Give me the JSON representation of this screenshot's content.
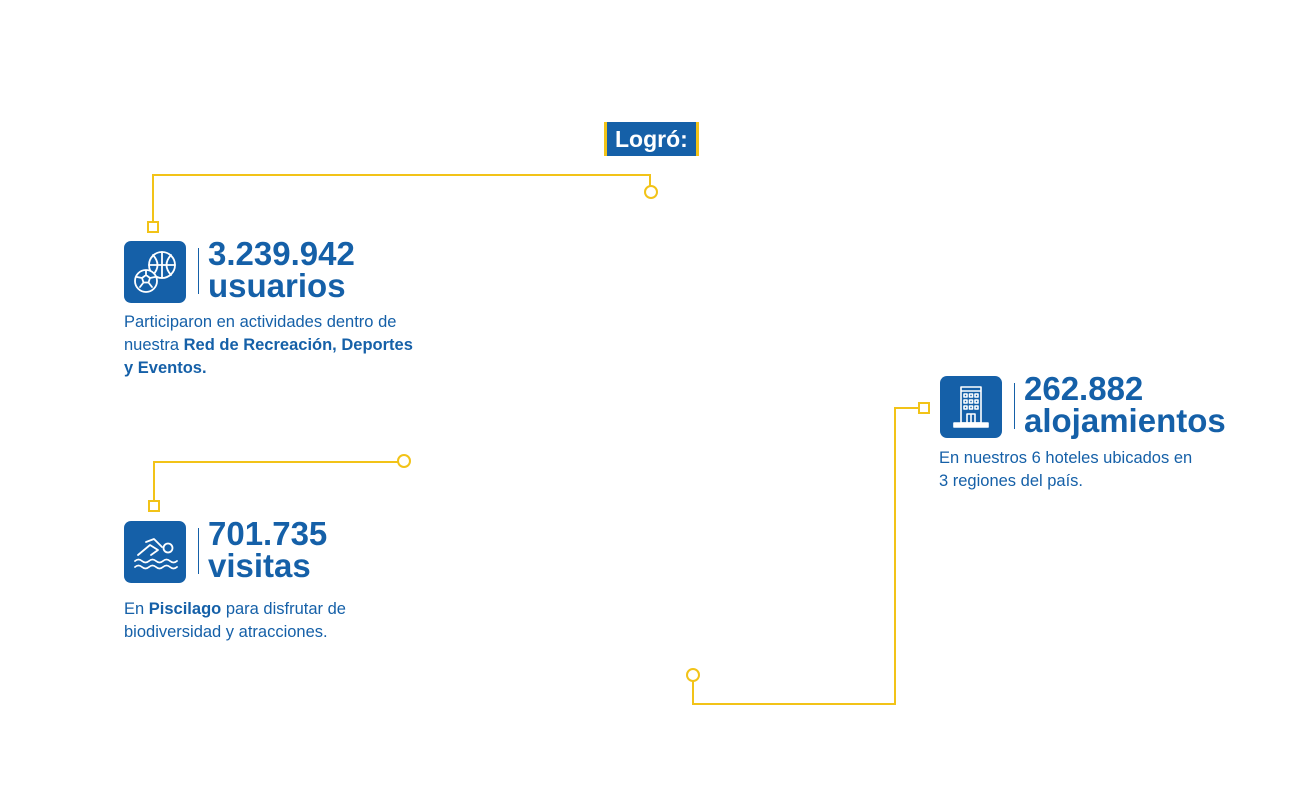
{
  "header": {
    "badge": "Logró:"
  },
  "colors": {
    "brand_blue": "#1560a8",
    "accent_yellow": "#f2c318"
  },
  "stats": [
    {
      "icon": "sports-balls-icon",
      "number": "3.239.942",
      "unit": "usuarios",
      "desc_pre": "Participaron en actividades dentro de nuestra ",
      "desc_bold": "Red de Recreación, Deportes y Eventos.",
      "desc_post": ""
    },
    {
      "icon": "swimmer-icon",
      "number": "701.735",
      "unit": "visitas",
      "desc_pre": "En ",
      "desc_bold": "Piscilago",
      "desc_post": " para disfrutar de biodiversidad y atracciones."
    },
    {
      "icon": "hotel-building-icon",
      "number": "262.882",
      "unit": "alojamientos",
      "desc_pre": "En nuestros 6 hoteles ubicados en 3 regiones del país.",
      "desc_bold": "",
      "desc_post": ""
    }
  ]
}
